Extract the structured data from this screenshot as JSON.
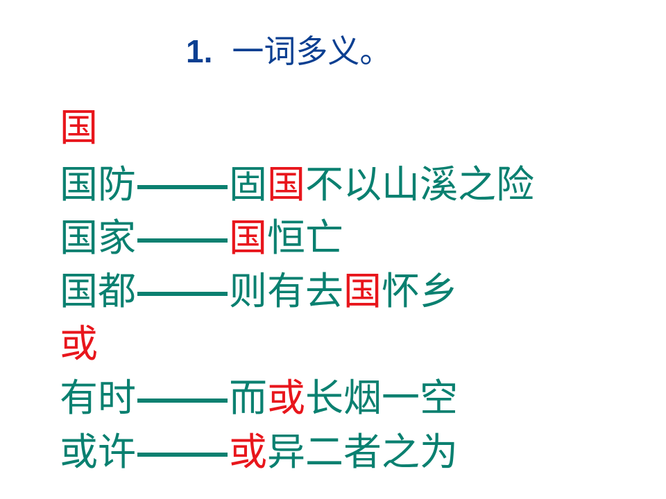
{
  "title": {
    "number": "1.",
    "text": "一词多义。"
  },
  "entries": [
    {
      "head": "国",
      "meanings": [
        {
          "meaning": "国防",
          "pre": "固",
          "key": "国",
          "post": "不以山溪之险"
        },
        {
          "meaning": "国家",
          "pre": "",
          "key": "国",
          "post": "恒亡"
        },
        {
          "meaning": "国都",
          "pre": "则有去",
          "key": "国",
          "post": "怀乡"
        }
      ]
    },
    {
      "head": "或",
      "meanings": [
        {
          "meaning": "有时",
          "pre": "而",
          "key": "或",
          "post": "长烟一空"
        },
        {
          "meaning": "或许",
          "pre": "",
          "key": "或",
          "post": "异二者之为"
        }
      ]
    }
  ],
  "colors": {
    "title": "#0b3f91",
    "body": "#0a8070",
    "highlight": "#e8161c"
  }
}
